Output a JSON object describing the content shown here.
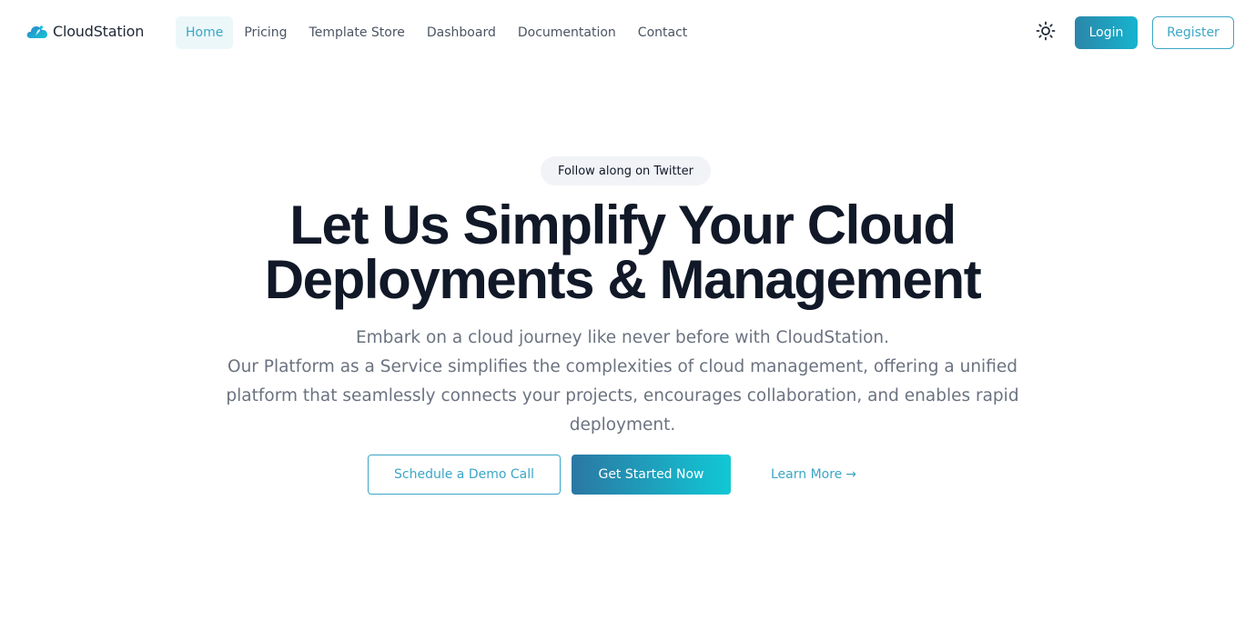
{
  "brand": {
    "name": "CloudStation",
    "logo_icon": "cloud-rocket-icon",
    "colors": {
      "accent": "#3ba6c6",
      "accent_dark": "#2b77a3",
      "accent_light": "#11c8d5"
    }
  },
  "nav": {
    "items": [
      {
        "label": "Home",
        "active": true
      },
      {
        "label": "Pricing",
        "active": false
      },
      {
        "label": "Template Store",
        "active": false
      },
      {
        "label": "Dashboard",
        "active": false
      },
      {
        "label": "Documentation",
        "active": false
      },
      {
        "label": "Contact",
        "active": false
      }
    ]
  },
  "header": {
    "theme_icon": "sun-icon",
    "login_label": "Login",
    "register_label": "Register"
  },
  "hero": {
    "pill_label": "Follow along on Twitter",
    "headline_line1": "Let Us Simplify Your Cloud",
    "headline_line2": "Deployments & Management",
    "sub_line1": "Embark on a cloud journey like never before with CloudStation.",
    "sub_line2": "Our Platform as a Service simplifies the complexities of cloud management, offering a unified platform that seamlessly connects your projects, encourages collaboration, and enables rapid deployment.",
    "demo_label": "Schedule a Demo Call",
    "start_label": "Get Started Now",
    "learn_label": "Learn More",
    "learn_arrow": "→"
  }
}
